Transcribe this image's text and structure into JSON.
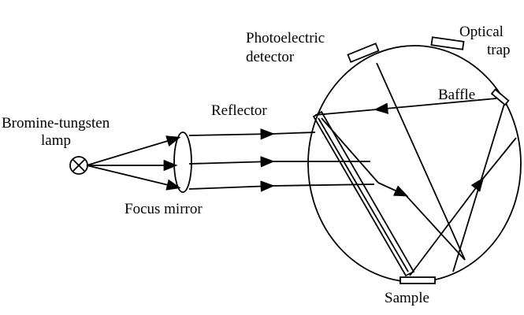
{
  "labels": {
    "lamp_line1": "Bromine-tungsten",
    "lamp_line2": "lamp",
    "reflector": "Reflector",
    "focus_mirror": "Focus mirror",
    "detector_line1": "Photoelectric",
    "detector_line2": "detector",
    "trap_line1": "Optical",
    "trap_line2": "trap",
    "baffle": "Baffle",
    "sample": "Sample"
  },
  "colors": {
    "ink": "#000000",
    "background": "#ffffff"
  }
}
